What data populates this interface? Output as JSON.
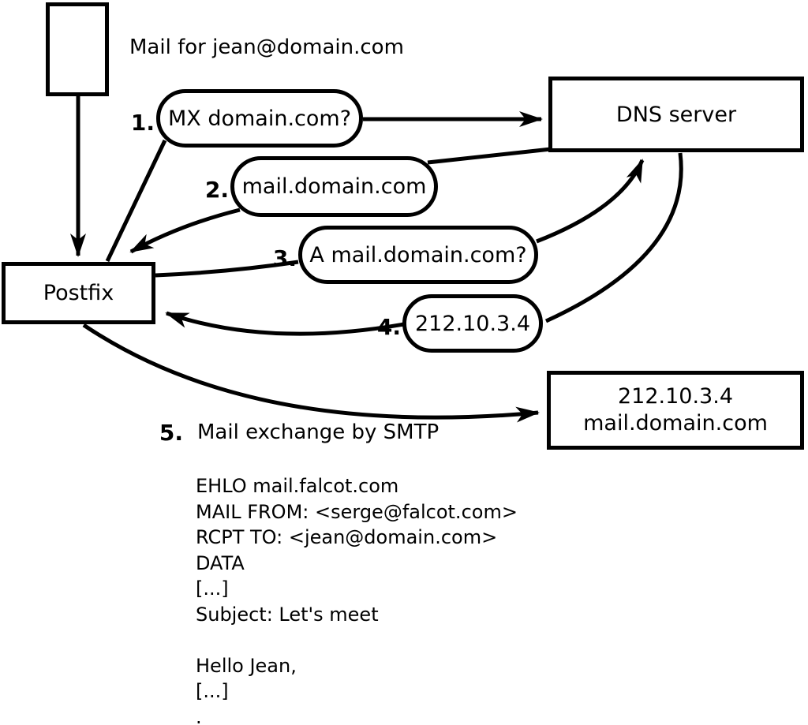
{
  "diagram": {
    "title_note": "Mail for jean@domain.com",
    "nodes": {
      "envelope": "mail-message",
      "postfix": "Postfix",
      "dns_server": "DNS server",
      "destination": {
        "line1": "212.10.3.4",
        "line2": "mail.domain.com"
      }
    },
    "steps": [
      {
        "num": "1.",
        "label": "MX domain.com?"
      },
      {
        "num": "2.",
        "label": "mail.domain.com"
      },
      {
        "num": "3.",
        "label": "A mail.domain.com?"
      },
      {
        "num": "4.",
        "label": "212.10.3.4"
      },
      {
        "num": "5.",
        "label": "Mail exchange by SMTP"
      }
    ],
    "smtp_session": [
      "EHLO mail.falcot.com",
      "MAIL FROM: <serge@falcot.com>",
      "RCPT TO: <jean@domain.com>",
      "DATA",
      "[...]",
      "Subject: Let's meet",
      "",
      "Hello Jean,",
      "[...]",
      "."
    ],
    "colors": {
      "ink": "#000000",
      "background": "#ffffff"
    }
  }
}
